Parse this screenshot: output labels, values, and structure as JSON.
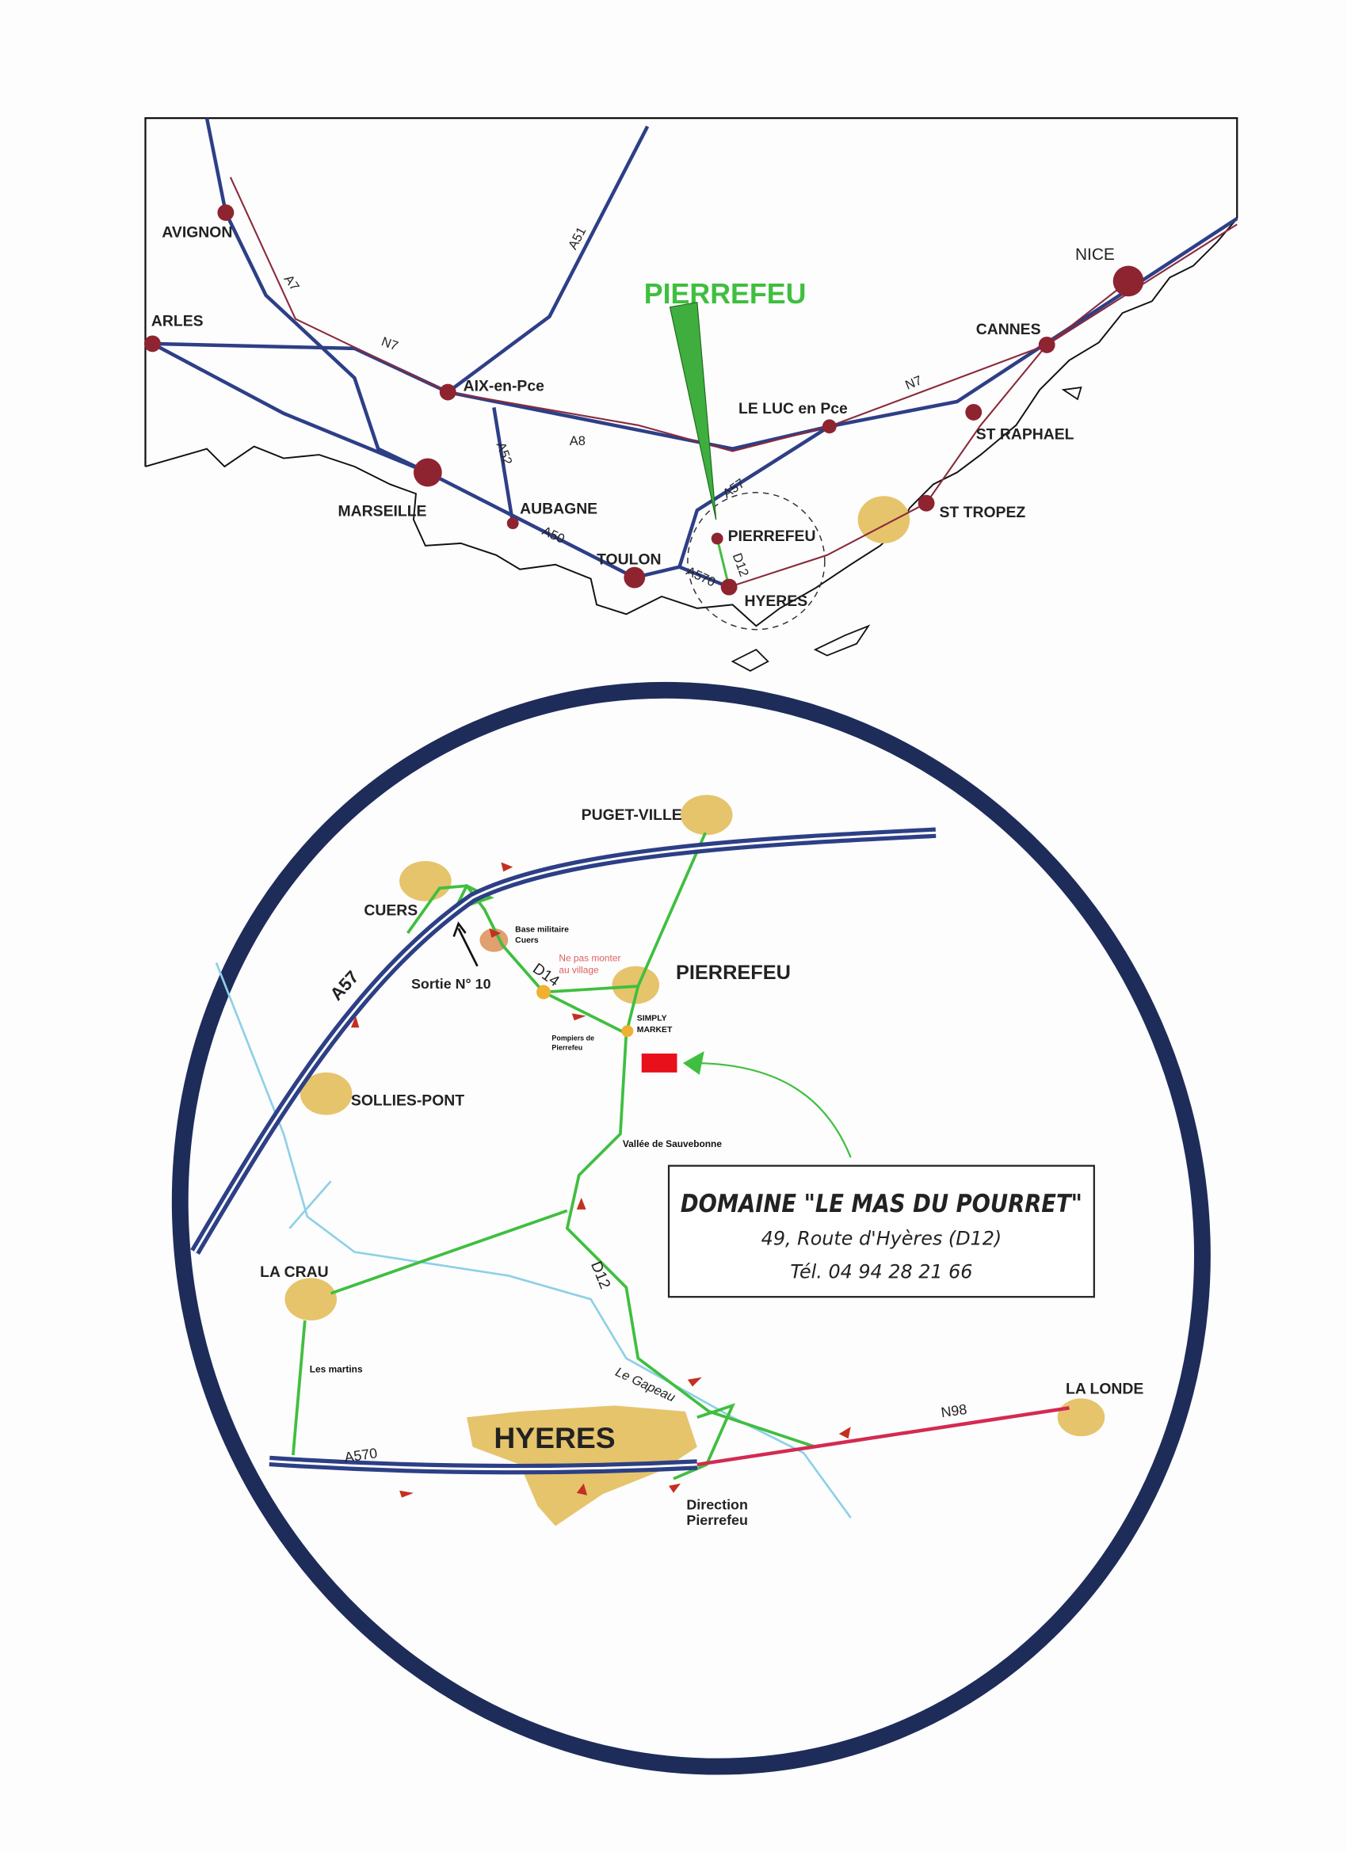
{
  "colors": {
    "motorway": "#2d3f86",
    "national": "#8a2a3a",
    "city": "#8e2430",
    "green": "#3fbf3f",
    "town": "#e6c46c",
    "ring": "#1e2c5a",
    "n98": "#d42a50",
    "river": "#8fd0e6"
  },
  "overview_map": {
    "highlight": "PIERREFEU",
    "cities": [
      "AVIGNON",
      "ARLES",
      "AIX-en-Pce",
      "MARSEILLE",
      "AUBAGNE",
      "TOULON",
      "PIERREFEU",
      "HYERES",
      "LE LUC en Pce",
      "NICE",
      "CANNES",
      "ST RAPHAEL",
      "ST TROPEZ"
    ],
    "roads": [
      "A7",
      "A51",
      "N7",
      "A8",
      "A52",
      "A50",
      "A570",
      "A57",
      "D12",
      "N7"
    ]
  },
  "detail_map": {
    "towns": [
      "PUGET-VILLE",
      "CUERS",
      "PIERREFEU",
      "SOLLIES-PONT",
      "LA CRAU",
      "HYERES",
      "LA LONDE"
    ],
    "roads": [
      "A57",
      "D14",
      "D12",
      "A570",
      "N98"
    ],
    "annotations": {
      "exit": "Sortie N° 10",
      "base_line1": "Base militaire",
      "base_line2": "Cuers",
      "warning_line1": "Ne pas monter",
      "warning_line2": "au village",
      "firemen_line1": "Pompiers de",
      "firemen_line2": "Pierrefeu",
      "market_line1": "SIMPLY",
      "market_line2": "MARKET",
      "valley": "Vallée de Sauvebonne",
      "martins": "Les martins",
      "river": "Le Gapeau",
      "direction_line1": "Direction",
      "direction_line2": "Pierrefeu"
    }
  },
  "address_box": {
    "title": "DOMAINE \"LE MAS DU POURRET\"",
    "address": "49, Route d'Hyères  (D12)",
    "phone": "Tél. 04 94 28 21 66"
  }
}
